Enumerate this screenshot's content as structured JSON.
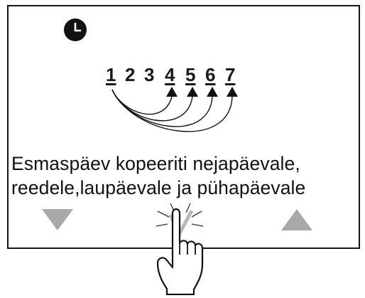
{
  "icons": {
    "clock": "clock-icon",
    "down": "triangle-down-icon",
    "ok": "checkmark-icon",
    "up": "triangle-up-icon",
    "hand": "pointing-hand-icon"
  },
  "days": {
    "source": "1",
    "others": [
      "2",
      "3"
    ],
    "targets": [
      "4",
      "5",
      "6",
      "7"
    ]
  },
  "message": {
    "line1_prefix": "Esmasp",
    "line1_rest": "äev kopeeriti nejapäevale,",
    "line2": "reedele,laupäevale ja pühapäevale"
  },
  "colors": {
    "button_gray": "#a8a8a8",
    "text": "#111111",
    "frame": "#151515"
  }
}
